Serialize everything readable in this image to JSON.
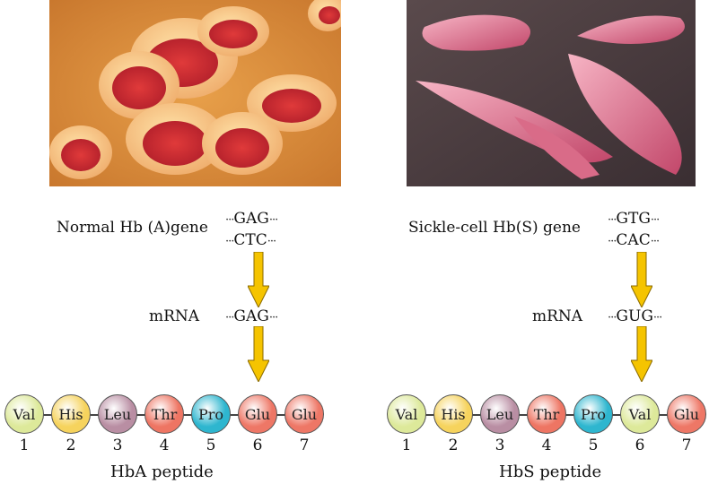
{
  "normal": {
    "gene_label": "Normal Hb (A)gene",
    "codon_top": "GAG",
    "codon_bottom": "CTC",
    "mrna_label": "mRNA",
    "mrna_codon": "GAG",
    "caption": "HbA peptide",
    "residues": [
      {
        "label": "Val",
        "num": "1",
        "color": "#dde99a"
      },
      {
        "label": "His",
        "num": "2",
        "color": "#f6d35d"
      },
      {
        "label": "Leu",
        "num": "3",
        "color": "#b98ea3"
      },
      {
        "label": "Thr",
        "num": "4",
        "color": "#ee7563"
      },
      {
        "label": "Pro",
        "num": "5",
        "color": "#2eb6cf"
      },
      {
        "label": "Glu",
        "num": "6",
        "color": "#ee7766"
      },
      {
        "label": "Glu",
        "num": "7",
        "color": "#ee7766"
      }
    ]
  },
  "sickle": {
    "gene_label": "Sickle-cell Hb(S) gene",
    "codon_top": "GTG",
    "codon_bottom": "CAC",
    "mrna_label": "mRNA",
    "mrna_codon": "GUG",
    "caption": "HbS peptide",
    "residues": [
      {
        "label": "Val",
        "num": "1",
        "color": "#dde99a"
      },
      {
        "label": "His",
        "num": "2",
        "color": "#f6d35d"
      },
      {
        "label": "Leu",
        "num": "3",
        "color": "#b98ea3"
      },
      {
        "label": "Thr",
        "num": "4",
        "color": "#ee7563"
      },
      {
        "label": "Pro",
        "num": "5",
        "color": "#2eb6cf"
      },
      {
        "label": "Val",
        "num": "6",
        "color": "#dde99a"
      },
      {
        "label": "Glu",
        "num": "7",
        "color": "#ee7766"
      }
    ]
  },
  "colors": {
    "arrow_fill": "#f5c400",
    "arrow_stroke": "#8a6a00"
  }
}
